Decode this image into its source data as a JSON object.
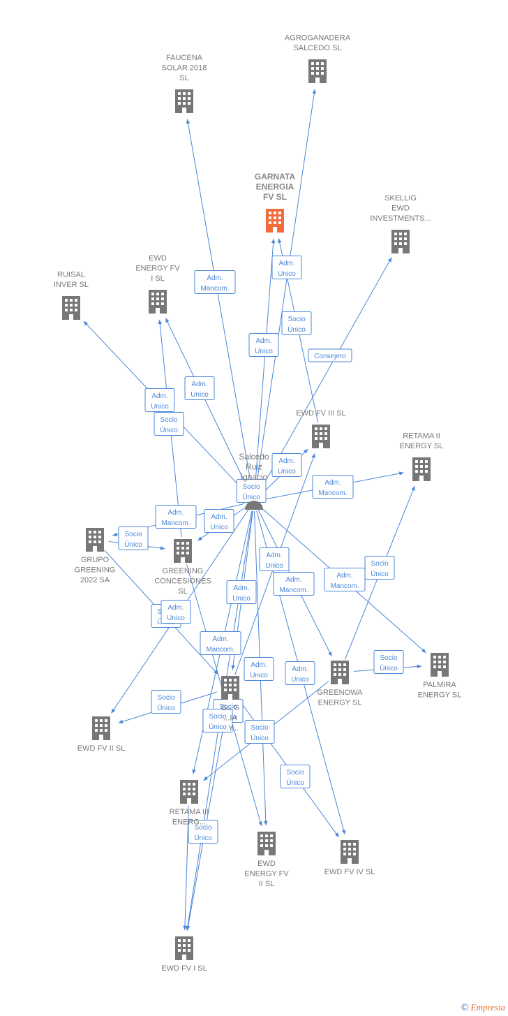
{
  "colors": {
    "edge": "#4a86d8",
    "company": "#777777",
    "focus": "#f26b3a",
    "label": "#4a86d8"
  },
  "footer": {
    "copyright": "©",
    "brand": "Empresia"
  },
  "nodes": [
    {
      "id": "faucena",
      "lines": [
        "FAUCENA",
        "SOLAR 2018",
        "SL"
      ],
      "kind": "company"
    },
    {
      "id": "agroganadera",
      "lines": [
        "AGROGANADERA",
        "SALCEDO SL"
      ],
      "kind": "company"
    },
    {
      "id": "garnata",
      "lines": [
        "GARNATA",
        "ENERGIA",
        "FV SL"
      ],
      "kind": "focus"
    },
    {
      "id": "skellig",
      "lines": [
        "SKELLIG",
        "EWD",
        "INVESTMENTS..."
      ],
      "kind": "company"
    },
    {
      "id": "ruisal",
      "lines": [
        "RUISAL",
        "INVER SL"
      ],
      "kind": "company"
    },
    {
      "id": "ewdfvi_top",
      "lines": [
        "EWD",
        "ENERGY FV",
        "I SL"
      ],
      "kind": "company"
    },
    {
      "id": "ewdfviii",
      "lines": [
        "EWD FV III SL"
      ],
      "kind": "company"
    },
    {
      "id": "retamaii",
      "lines": [
        "RETAMA II",
        "ENERGY SL"
      ],
      "kind": "company"
    },
    {
      "id": "person",
      "lines": [
        "Salcedo",
        "Ruiz",
        "Ignacio"
      ],
      "kind": "person"
    },
    {
      "id": "grupogreening",
      "lines": [
        "GRUPO",
        "GREENING",
        "2022 SA"
      ],
      "kind": "company"
    },
    {
      "id": "greeningconc",
      "lines": [
        "GREENING",
        "CONCESIONES",
        "SL"
      ],
      "kind": "company"
    },
    {
      "id": "greening_energy",
      "lines": [
        "G...G",
        "...IA",
        "...Y..."
      ],
      "kind": "company"
    },
    {
      "id": "greenowa",
      "lines": [
        "GREENOWA",
        "ENERGY SL"
      ],
      "kind": "company"
    },
    {
      "id": "palmira",
      "lines": [
        "PALMIRA",
        "ENERGY SL"
      ],
      "kind": "company"
    },
    {
      "id": "ewdfvii",
      "lines": [
        "EWD FV II SL"
      ],
      "kind": "company"
    },
    {
      "id": "retamaiii",
      "lines": [
        "RETAMA III",
        "ENERG..."
      ],
      "kind": "company"
    },
    {
      "id": "ewdenergyfvii",
      "lines": [
        "EWD",
        "ENERGY FV",
        "II SL"
      ],
      "kind": "company"
    },
    {
      "id": "ewdfviv",
      "lines": [
        "EWD FV IV SL"
      ],
      "kind": "company"
    },
    {
      "id": "ewdfvi",
      "lines": [
        "EWD FV I SL"
      ],
      "kind": "company"
    }
  ],
  "edges": [
    {
      "from": "person",
      "to": "faucena",
      "lines": [
        "Adm.",
        "Mancom."
      ]
    },
    {
      "from": "person",
      "to": "agroganadera",
      "lines": [
        "Adm.",
        "Unico"
      ]
    },
    {
      "from": "person",
      "to": "garnata",
      "lines": [
        "Adm.",
        "Unico"
      ]
    },
    {
      "from": "ewdfviii",
      "to": "garnata",
      "lines": [
        "Socio",
        "Único"
      ]
    },
    {
      "from": "person",
      "to": "skellig",
      "lines": [
        "Consejero"
      ]
    },
    {
      "from": "person",
      "to": "ruisal",
      "lines": [
        "Adm.",
        "Unico"
      ]
    },
    {
      "from": "person",
      "to": "ewdfvi_top",
      "lines": [
        "Adm.",
        "Unico"
      ]
    },
    {
      "from": "greeningconc",
      "to": "ewdfvi_top",
      "lines": [
        "Socio",
        "Único"
      ]
    },
    {
      "from": "person",
      "to": "ewdfviii",
      "lines": [
        "Adm.",
        "Unico"
      ]
    },
    {
      "from": "person",
      "to": "retamaii",
      "lines": [
        "Adm.",
        "Mancom."
      ]
    },
    {
      "from": "person",
      "to": "greening_energy",
      "lines": [
        "Socio",
        "Único"
      ]
    },
    {
      "from": "person",
      "to": "grupogreening",
      "lines": [
        "Adm.",
        "Mancom."
      ]
    },
    {
      "from": "grupogreening",
      "to": "greeningconc",
      "lines": [
        "Socio",
        "Único"
      ]
    },
    {
      "from": "person",
      "to": "greeningconc",
      "lines": [
        "Adm.",
        "Unico"
      ]
    },
    {
      "from": "greening_energy",
      "to": "ewdfviii",
      "lines": [
        "Socio",
        "Único"
      ]
    },
    {
      "from": "person",
      "to": "greenowa",
      "lines": [
        "Adm.",
        "Mancom."
      ]
    },
    {
      "from": "person",
      "to": "palmira",
      "lines": [
        "Adm.",
        "Mancom."
      ]
    },
    {
      "from": "greenowa",
      "to": "retamaii",
      "lines": [
        "Socio",
        "Único"
      ]
    },
    {
      "from": "greenowa",
      "to": "palmira",
      "lines": [
        "Socio",
        "Único"
      ]
    },
    {
      "from": "person",
      "to": "retamaiii",
      "lines": [
        "Adm.",
        "Unico"
      ]
    },
    {
      "from": "grupogreening",
      "to": "greening_energy",
      "lines": [
        "Socio",
        "Único"
      ]
    },
    {
      "from": "person",
      "to": "ewdfvii",
      "lines": [
        "Adm.",
        "Unico"
      ]
    },
    {
      "from": "greeningconc",
      "to": "ewdenergyfvii",
      "lines": [
        "Adm.",
        "Mancom."
      ]
    },
    {
      "from": "person",
      "to": "ewdenergyfvii",
      "lines": [
        "Adm.",
        "Unico"
      ]
    },
    {
      "from": "person",
      "to": "ewdfviv",
      "lines": [
        "Adm.",
        "Unico"
      ]
    },
    {
      "from": "greening_energy",
      "to": "ewdfvii",
      "lines": [
        "Socio",
        "Único"
      ]
    },
    {
      "from": "greening_energy",
      "to": "ewdfvi",
      "lines": [
        "Socio",
        "Único"
      ]
    },
    {
      "from": "greenowa",
      "to": "retamaiii",
      "lines": [
        "Socio",
        "Único"
      ]
    },
    {
      "from": "greening_energy",
      "to": "ewdfviv",
      "lines": [
        "Socio",
        "Único"
      ]
    },
    {
      "from": "person",
      "to": "ewdfvi",
      "lines": [
        "Adm.",
        "Unico"
      ]
    },
    {
      "from": "retamaiii",
      "to": "ewdfvi",
      "lines": [
        "Socio",
        "Único"
      ]
    }
  ]
}
